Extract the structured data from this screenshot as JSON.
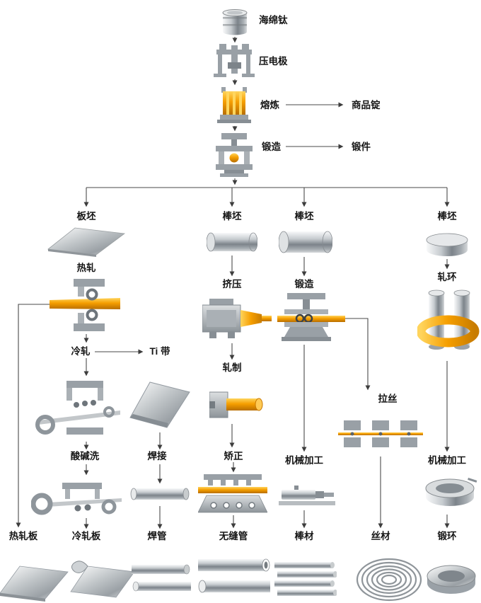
{
  "palette": {
    "accent_orange": "#f59e00",
    "metal_gray": "#9aa1a7",
    "line_color": "#474747",
    "text_color": "#161616",
    "background": "#ffffff"
  },
  "flow": {
    "top": {
      "sponge_titanium": "海绵钛",
      "press_electrode": "压电极",
      "melting": "熔炼",
      "commercial_ingot": "商品锭",
      "forging": "锻造",
      "forgings": "锻件"
    },
    "slab_branch": {
      "slab": "板坯",
      "hot_rolling": "热轧",
      "cold_rolling": "冷轧",
      "ti_strip": "Ti 带",
      "acid_alkali_wash": "酸碱洗",
      "welding": "焊接",
      "hot_rolled_plate": "热轧板",
      "cold_rolled_plate": "冷轧板",
      "welded_pipe": "焊管"
    },
    "extrusion_branch": {
      "bar_billet": "棒坯",
      "extrusion": "挤压",
      "rolling": "轧制",
      "straightening": "矫正",
      "seamless_pipe": "无缝管"
    },
    "forging_branch": {
      "bar_billet": "棒坯",
      "forging": "锻造",
      "wire_drawing": "拉丝",
      "machining": "机械加工",
      "bar_product": "棒材",
      "wire_product": "丝材"
    },
    "ring_branch": {
      "bar_billet": "棒坯",
      "ring_rolling": "轧环",
      "machining": "机械加工",
      "forged_ring": "锻环"
    },
    "edges": [
      "海绵钛 → 压电极",
      "压电极 → 熔炼",
      "熔炼 → 商品锭",
      "熔炼 → 锻造",
      "锻造 → 锻件",
      "锻造 → 板坯",
      "锻造 → 棒坯(挤压线)",
      "锻造 → 棒坯(锻造线)",
      "锻造 → 棒坯(轧环线)",
      "板坯 → 热轧",
      "热轧 → 冷轧",
      "热轧 → 热轧板",
      "冷轧 → Ti 带",
      "冷轧 → 酸碱洗",
      "酸碱洗 → 冷轧板",
      "Ti 带 → 焊接",
      "焊接 → 焊管",
      "棒坯 → 挤压",
      "挤压 → 轧制",
      "轧制 → 矫正",
      "矫正 → 无缝管",
      "棒坯 → 锻造",
      "锻造 → 机械加工",
      "机械加工 → 棒材",
      "锻造 → 拉丝",
      "拉丝 → 丝材",
      "棒坯 → 轧环",
      "轧环 → 机械加工",
      "机械加工 → 锻环"
    ]
  }
}
